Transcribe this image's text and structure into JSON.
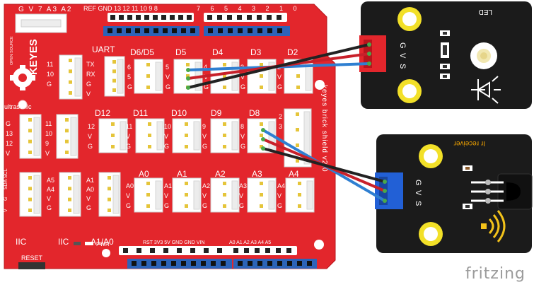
{
  "colors": {
    "shield_red": "#e3262c",
    "header_blue": "#2d63b8",
    "module_black": "#1b1b1b",
    "gold": "#f2e028",
    "wire_black": "#222222",
    "wire_red": "#c8202a",
    "wire_blue": "#2f7fd1",
    "led_connector_red": "#e3262c",
    "ir_connector_blue": "#2260d6",
    "orange_text": "#f0a200"
  },
  "shield": {
    "top_header_left": "REF GND 13 12 11 10 9 8",
    "top_header_right": "7 6 5 4 3 2 1 0",
    "connector_top_labels": "G V 7 A3 A2",
    "brand": "KEYES",
    "brand_small": "OPEN SOURCE",
    "board_name": "keyes brick shield v2.0",
    "uart_label": "UART",
    "row1_labels": [
      "D6/D5",
      "D5",
      "D4",
      "D3",
      "D2"
    ],
    "row2_labels": [
      "D12",
      "D11",
      "D10",
      "D9",
      "D8"
    ],
    "row3_labels": [
      "A0",
      "A1",
      "A2",
      "A3",
      "A4"
    ],
    "ultrasonic_label": "ultrasonic",
    "iic_label_1": "IIC",
    "iic_label_2": "IIC",
    "a1a0_label": "A1/A0",
    "reset_label": "RESET",
    "pwr_label": "PWR",
    "power_header": "RST 3V3 5V GND GND VIN",
    "analog_header": "A0 A1 A2 A3 A4 A5",
    "side_pins_11_10_G": [
      "11",
      "10",
      "G"
    ],
    "uart_pins": [
      "TX",
      "RX",
      "G",
      "V"
    ],
    "ultrasonic_pins": [
      "G",
      "13",
      "12",
      "V"
    ],
    "side_pins_11_10_9": [
      "11",
      "10",
      "9",
      "V"
    ],
    "iic_pins_1": [
      "V",
      "G",
      "SDA",
      "SCL"
    ],
    "iic_pins_2": [
      "A5",
      "A4",
      "V",
      "G"
    ],
    "a1a0_pins": [
      "A1",
      "A0",
      "V",
      "G"
    ],
    "d5_pins": [
      "5",
      "V",
      "G"
    ],
    "d8_pins": [
      "8",
      "V",
      "G"
    ],
    "d65_pins": [
      "6",
      "5",
      "G"
    ]
  },
  "led_module": {
    "title": "LED",
    "pins": [
      "G",
      "V",
      "S"
    ]
  },
  "ir_module": {
    "title": "Ir receiver",
    "pins": [
      "G",
      "V",
      "S"
    ]
  },
  "watermark": "fritzing"
}
